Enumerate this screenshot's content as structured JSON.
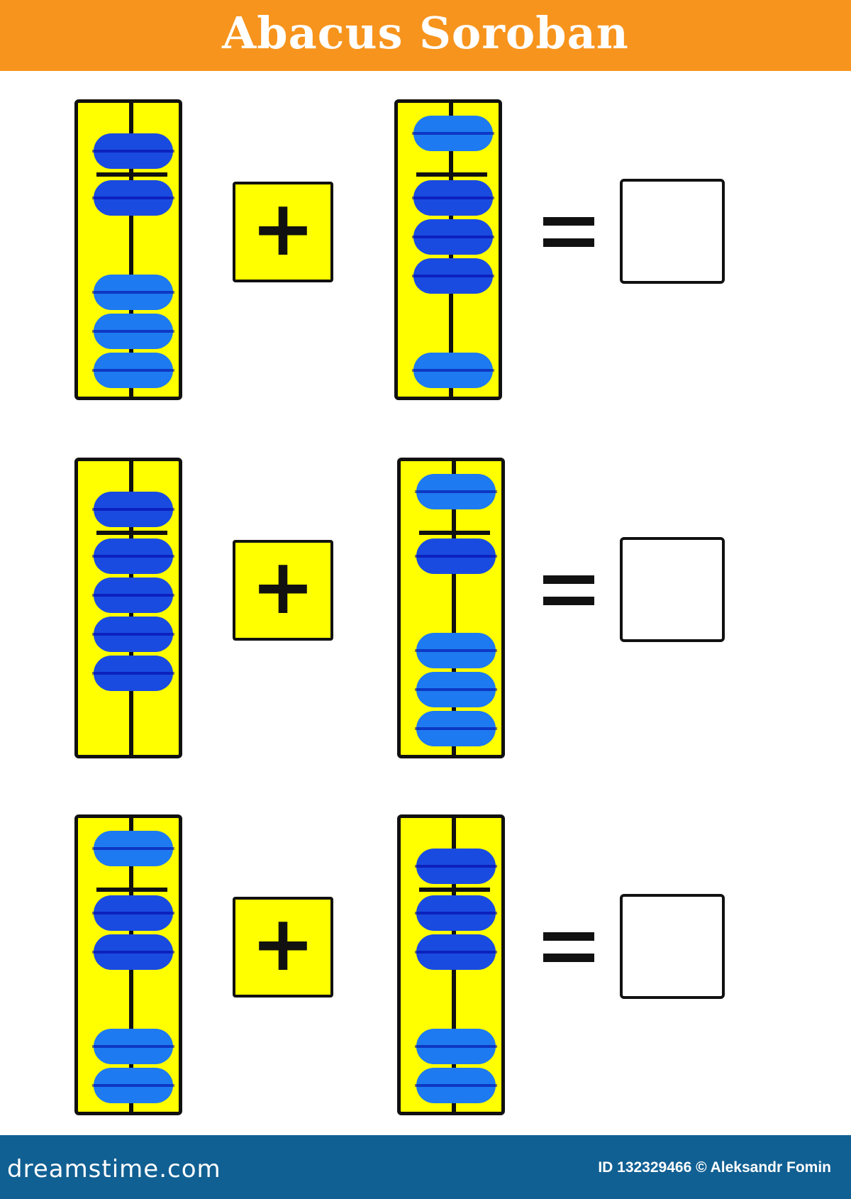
{
  "header": {
    "title": "Abacus Soroban"
  },
  "colors": {
    "header": "#f7941d",
    "frame": "#ffff00",
    "bead_active": "#1a4be0",
    "bead_rest": "#1e7af0",
    "footer": "#116093"
  },
  "problems": [
    {
      "operator": "+",
      "left_beads": {
        "heaven_active": true,
        "earth_active": 1
      },
      "right_beads": {
        "heaven_active": false,
        "earth_active": 3
      }
    },
    {
      "operator": "+",
      "left_beads": {
        "heaven_active": true,
        "earth_active": 4
      },
      "right_beads": {
        "heaven_active": false,
        "earth_active": 1
      }
    },
    {
      "operator": "+",
      "left_beads": {
        "heaven_active": false,
        "earth_active": 2
      },
      "right_beads": {
        "heaven_active": true,
        "earth_active": 2
      }
    }
  ],
  "footer": {
    "brand": "dreamstime.com",
    "credit": "ID 132329466 © Aleksandr Fomin"
  },
  "icons": {
    "operator": "plus-icon",
    "result": "equals-icon"
  }
}
